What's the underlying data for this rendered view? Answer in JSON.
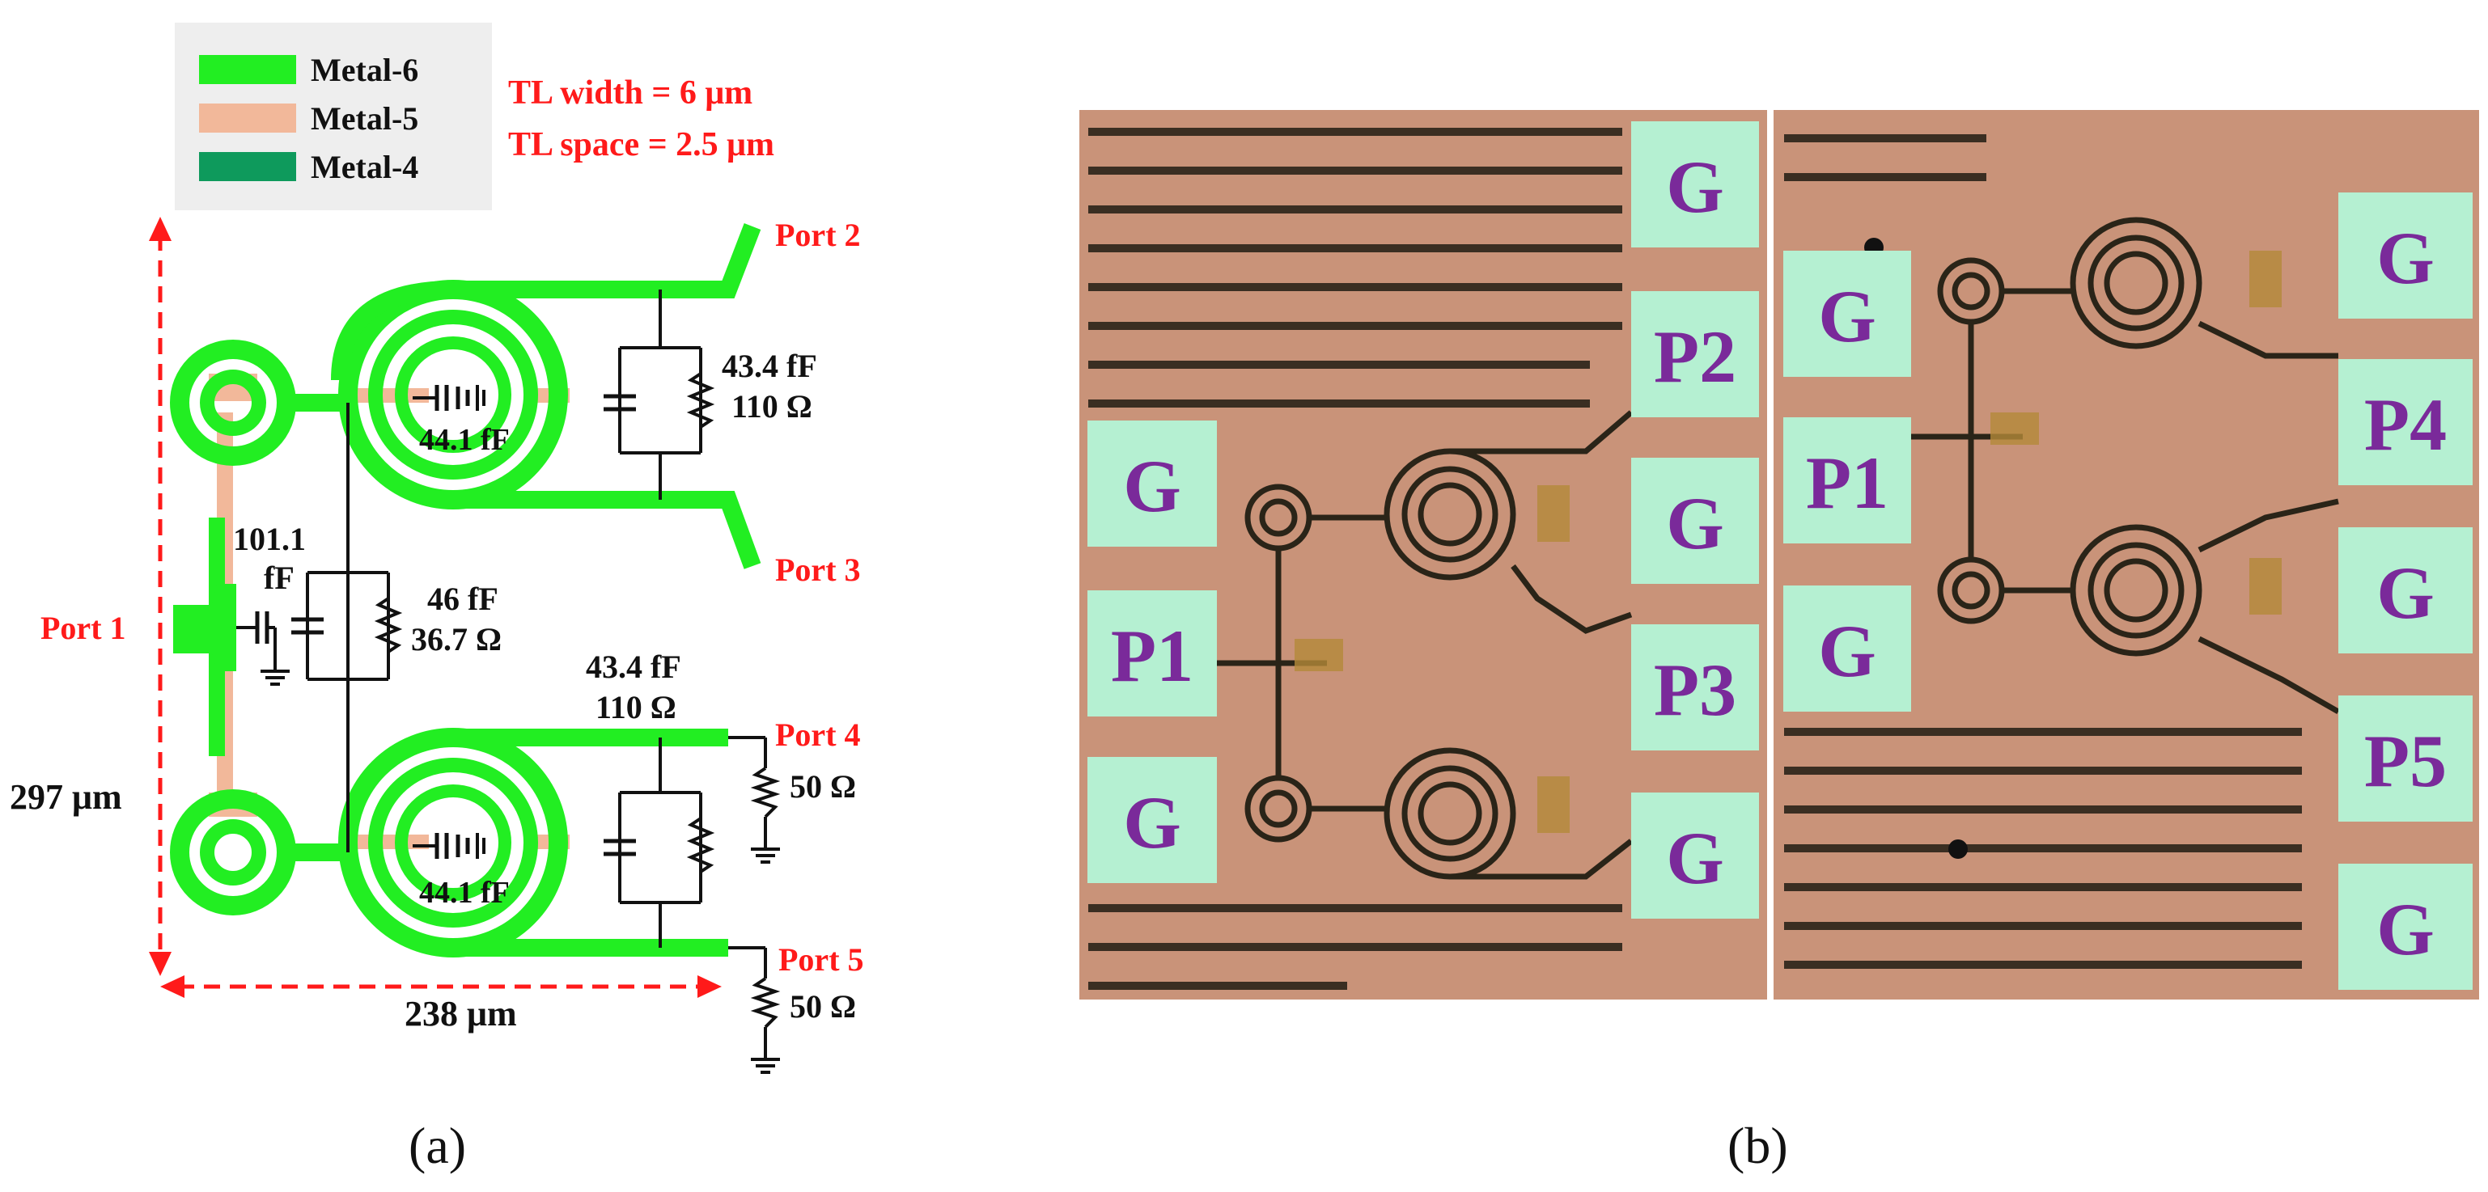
{
  "panel_a": {
    "caption": "(a)",
    "legend": [
      {
        "label": "Metal-6",
        "color": "#22ee22"
      },
      {
        "label": "Metal-5",
        "color": "#f2b89a"
      },
      {
        "label": "Metal-4",
        "color": "#0e9a5c"
      }
    ],
    "specs": [
      "TL width = 6 μm",
      "TL space = 2.5 μm"
    ],
    "ports": {
      "p1": "Port 1",
      "p2": "Port 2",
      "p3": "Port 3",
      "p4": "Port 4",
      "p5": "Port 5"
    },
    "dimensions": {
      "height": "297 μm",
      "width": "238 μm"
    },
    "components": {
      "c_shunt_value": "101.1",
      "c_shunt_unit": "fF",
      "rc_center_c": "46 fF",
      "rc_center_r": "36.7 Ω",
      "cap_top": "44.1 fF",
      "cap_bottom": "44.1 fF",
      "rc_top_c": "43.4 fF",
      "rc_top_r": "110 Ω",
      "rc_bottom_c": "43.4 fF",
      "rc_bottom_r": "110 Ω",
      "load4": "50 Ω",
      "load5": "50 Ω"
    },
    "colors": {
      "metal6": "#22ee22",
      "metal5": "#f2b89a",
      "metal4": "#0e9a5c",
      "annotation": "#ff1a1a"
    }
  },
  "panel_b": {
    "caption": "(b)",
    "left_die_pads": [
      "G",
      "P2",
      "G",
      "P3",
      "G",
      "G",
      "P1",
      "G"
    ],
    "right_die_pads": [
      "G",
      "P1",
      "G",
      "G",
      "P4",
      "G",
      "P5",
      "G"
    ],
    "colors": {
      "die": "#c99379",
      "pad": "#b5f0d2",
      "pad_text": "#7a2a9a",
      "metal": "#2a2418",
      "stripe": "#3a2e22"
    }
  }
}
